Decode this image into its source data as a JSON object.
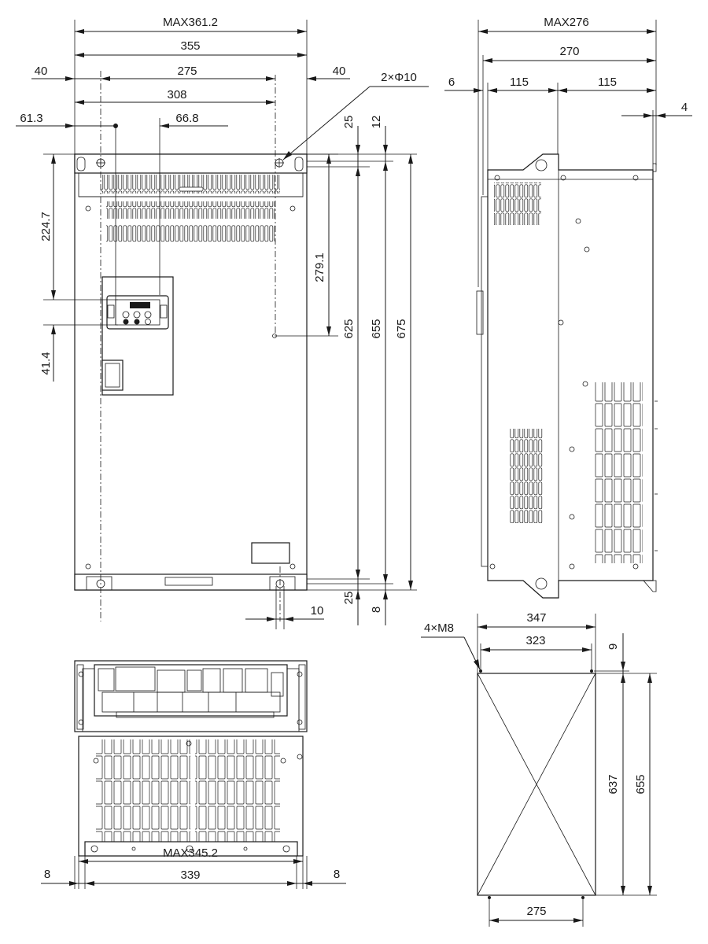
{
  "front_view": {
    "max_width": "MAX361.2",
    "width_355": "355",
    "pitch_275": "275",
    "offset_left_40": "40",
    "offset_right_40": "40",
    "hole_spec": "2×Φ10",
    "width_308": "308",
    "keypad_x_61_3": "61.3",
    "keypad_x_66_8": "66.8",
    "keypad_y_224_7": "224.7",
    "keypad_h_41_4": "41.4",
    "hole_y_279_1": "279.1",
    "top_25": "25",
    "top_12": "12",
    "height_625": "625",
    "height_655": "655",
    "height_675": "675",
    "bottom_25": "25",
    "bottom_8": "8",
    "slot_10": "10"
  },
  "side_view": {
    "max_depth": "MAX276",
    "depth_270": "270",
    "gap_6": "6",
    "depth_115_a": "115",
    "depth_115_b": "115",
    "flange_4": "4"
  },
  "bottom_view": {
    "max_width": "MAX345.2",
    "width_339": "339",
    "margin_left_8": "8",
    "margin_right_8": "8"
  },
  "panel_cutout": {
    "tap_spec": "4×M8",
    "width_347": "347",
    "width_323": "323",
    "offset_9": "9",
    "height_637": "637",
    "height_655": "655",
    "bottom_275": "275"
  },
  "colors": {
    "line": "#1a1a1a",
    "background": "#ffffff"
  }
}
